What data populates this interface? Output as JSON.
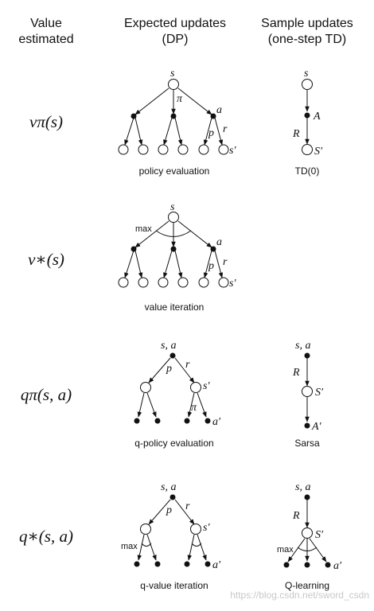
{
  "headers": {
    "col1": [
      "Value",
      "estimated"
    ],
    "col2": [
      "Expected updates",
      "(DP)"
    ],
    "col3": [
      "Sample updates",
      "(one-step TD)"
    ]
  },
  "rows": [
    {
      "label": "vπ(s)",
      "dp_caption": "policy evaluation",
      "td_caption": "TD(0)"
    },
    {
      "label": "v∗(s)",
      "dp_caption": "value iteration",
      "td_caption": ""
    },
    {
      "label": "qπ(s, a)",
      "dp_caption": "q-policy evaluation",
      "td_caption": "Sarsa"
    },
    {
      "label": "q∗(s, a)",
      "dp_caption": "q-value iteration",
      "td_caption": "Q-learning"
    }
  ],
  "symbols": {
    "s": "s",
    "a": "a",
    "pi": "π",
    "p": "p",
    "r": "r",
    "s_prime": "s′",
    "A": "A",
    "R": "R",
    "S_prime": "S′",
    "max": "max",
    "sa": "s, a",
    "a_prime": "a′",
    "A_prime": "A′"
  },
  "watermark": "https://blog.csdn.net/sword_csdn"
}
